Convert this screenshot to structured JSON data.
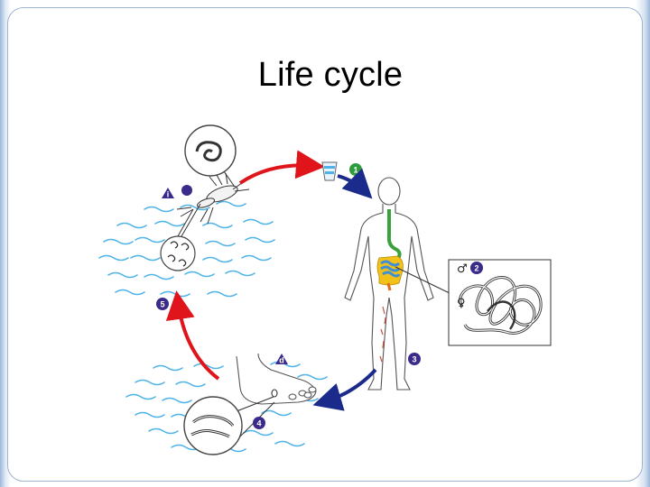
{
  "slide": {
    "title": "Life cycle"
  },
  "diagram": {
    "steps": [
      {
        "label": "1",
        "color": "#2e9b3f"
      },
      {
        "label": "2",
        "color": "#3b2a8a"
      },
      {
        "label": "3",
        "color": "#3b2a8a"
      },
      {
        "label": "4",
        "color": "#3b2a8a"
      },
      {
        "label": "5",
        "color": "#3b2a8a"
      }
    ],
    "markers": {
      "infective_stage": "i",
      "diagnostic_stage": "d"
    },
    "sex_symbols": {
      "male": "♂",
      "female": "♀"
    },
    "colors": {
      "water": "#4fb3e8",
      "red_arrow": "#e0141b",
      "blue_arrow": "#1a2b8c",
      "gut_green": "#3aa13c",
      "gut_yellow": "#f2c21a",
      "gut_blue": "#3f8fd6"
    }
  }
}
